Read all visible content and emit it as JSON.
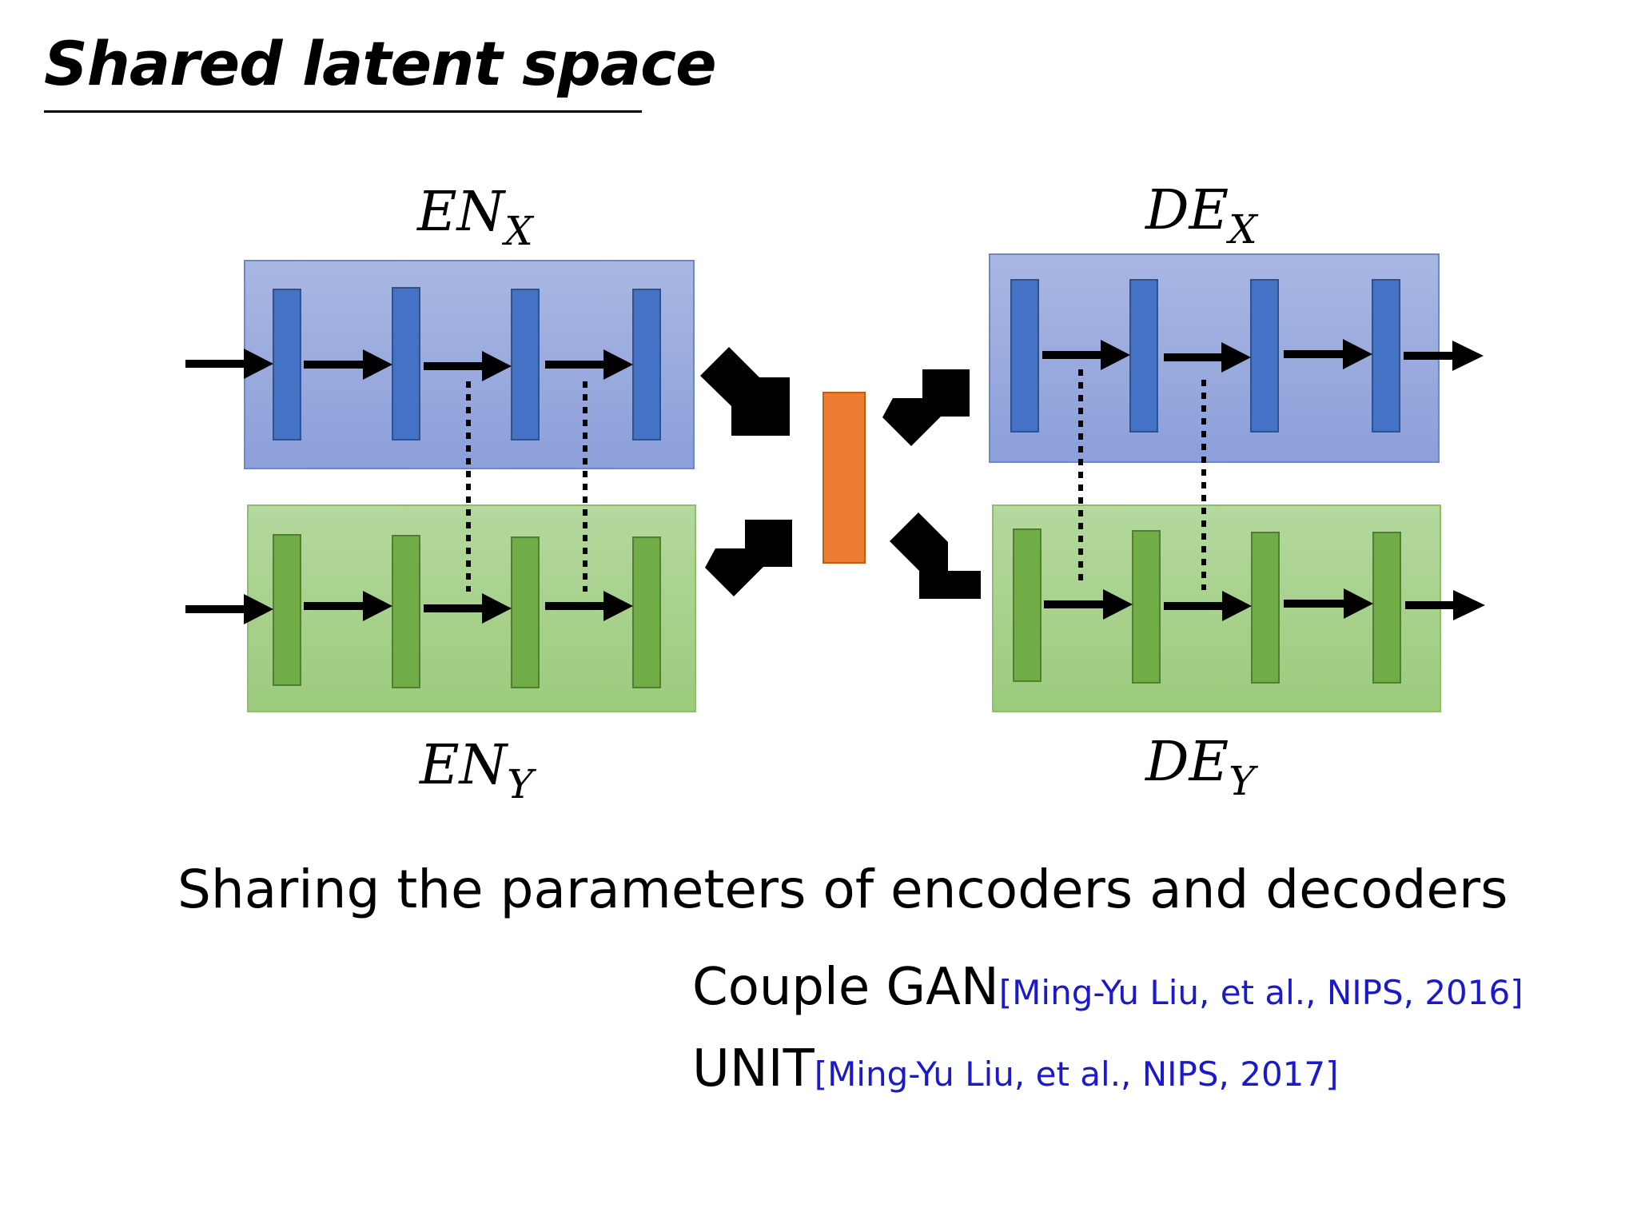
{
  "title": "Shared latent space",
  "labels": {
    "encoder_x": {
      "main": "EN",
      "sub": "X"
    },
    "encoder_y": {
      "main": "EN",
      "sub": "Y"
    },
    "decoder_x": {
      "main": "DE",
      "sub": "X"
    },
    "decoder_y": {
      "main": "DE",
      "sub": "Y"
    }
  },
  "subtitle": "Sharing the parameters of encoders and decoders",
  "references": [
    {
      "name": "Couple GAN",
      "citation": "[Ming-Yu Liu, et al., NIPS, 2016]"
    },
    {
      "name": "UNIT",
      "citation": "[Ming-Yu Liu, et al., NIPS, 2017]"
    }
  ],
  "colors": {
    "blue_panel": "#a4b3e0",
    "blue_layer": "#4472c4",
    "green_panel": "#a9d18e",
    "green_layer": "#70ad47",
    "latent": "#ed7d31",
    "citation": "#1a1acc"
  }
}
